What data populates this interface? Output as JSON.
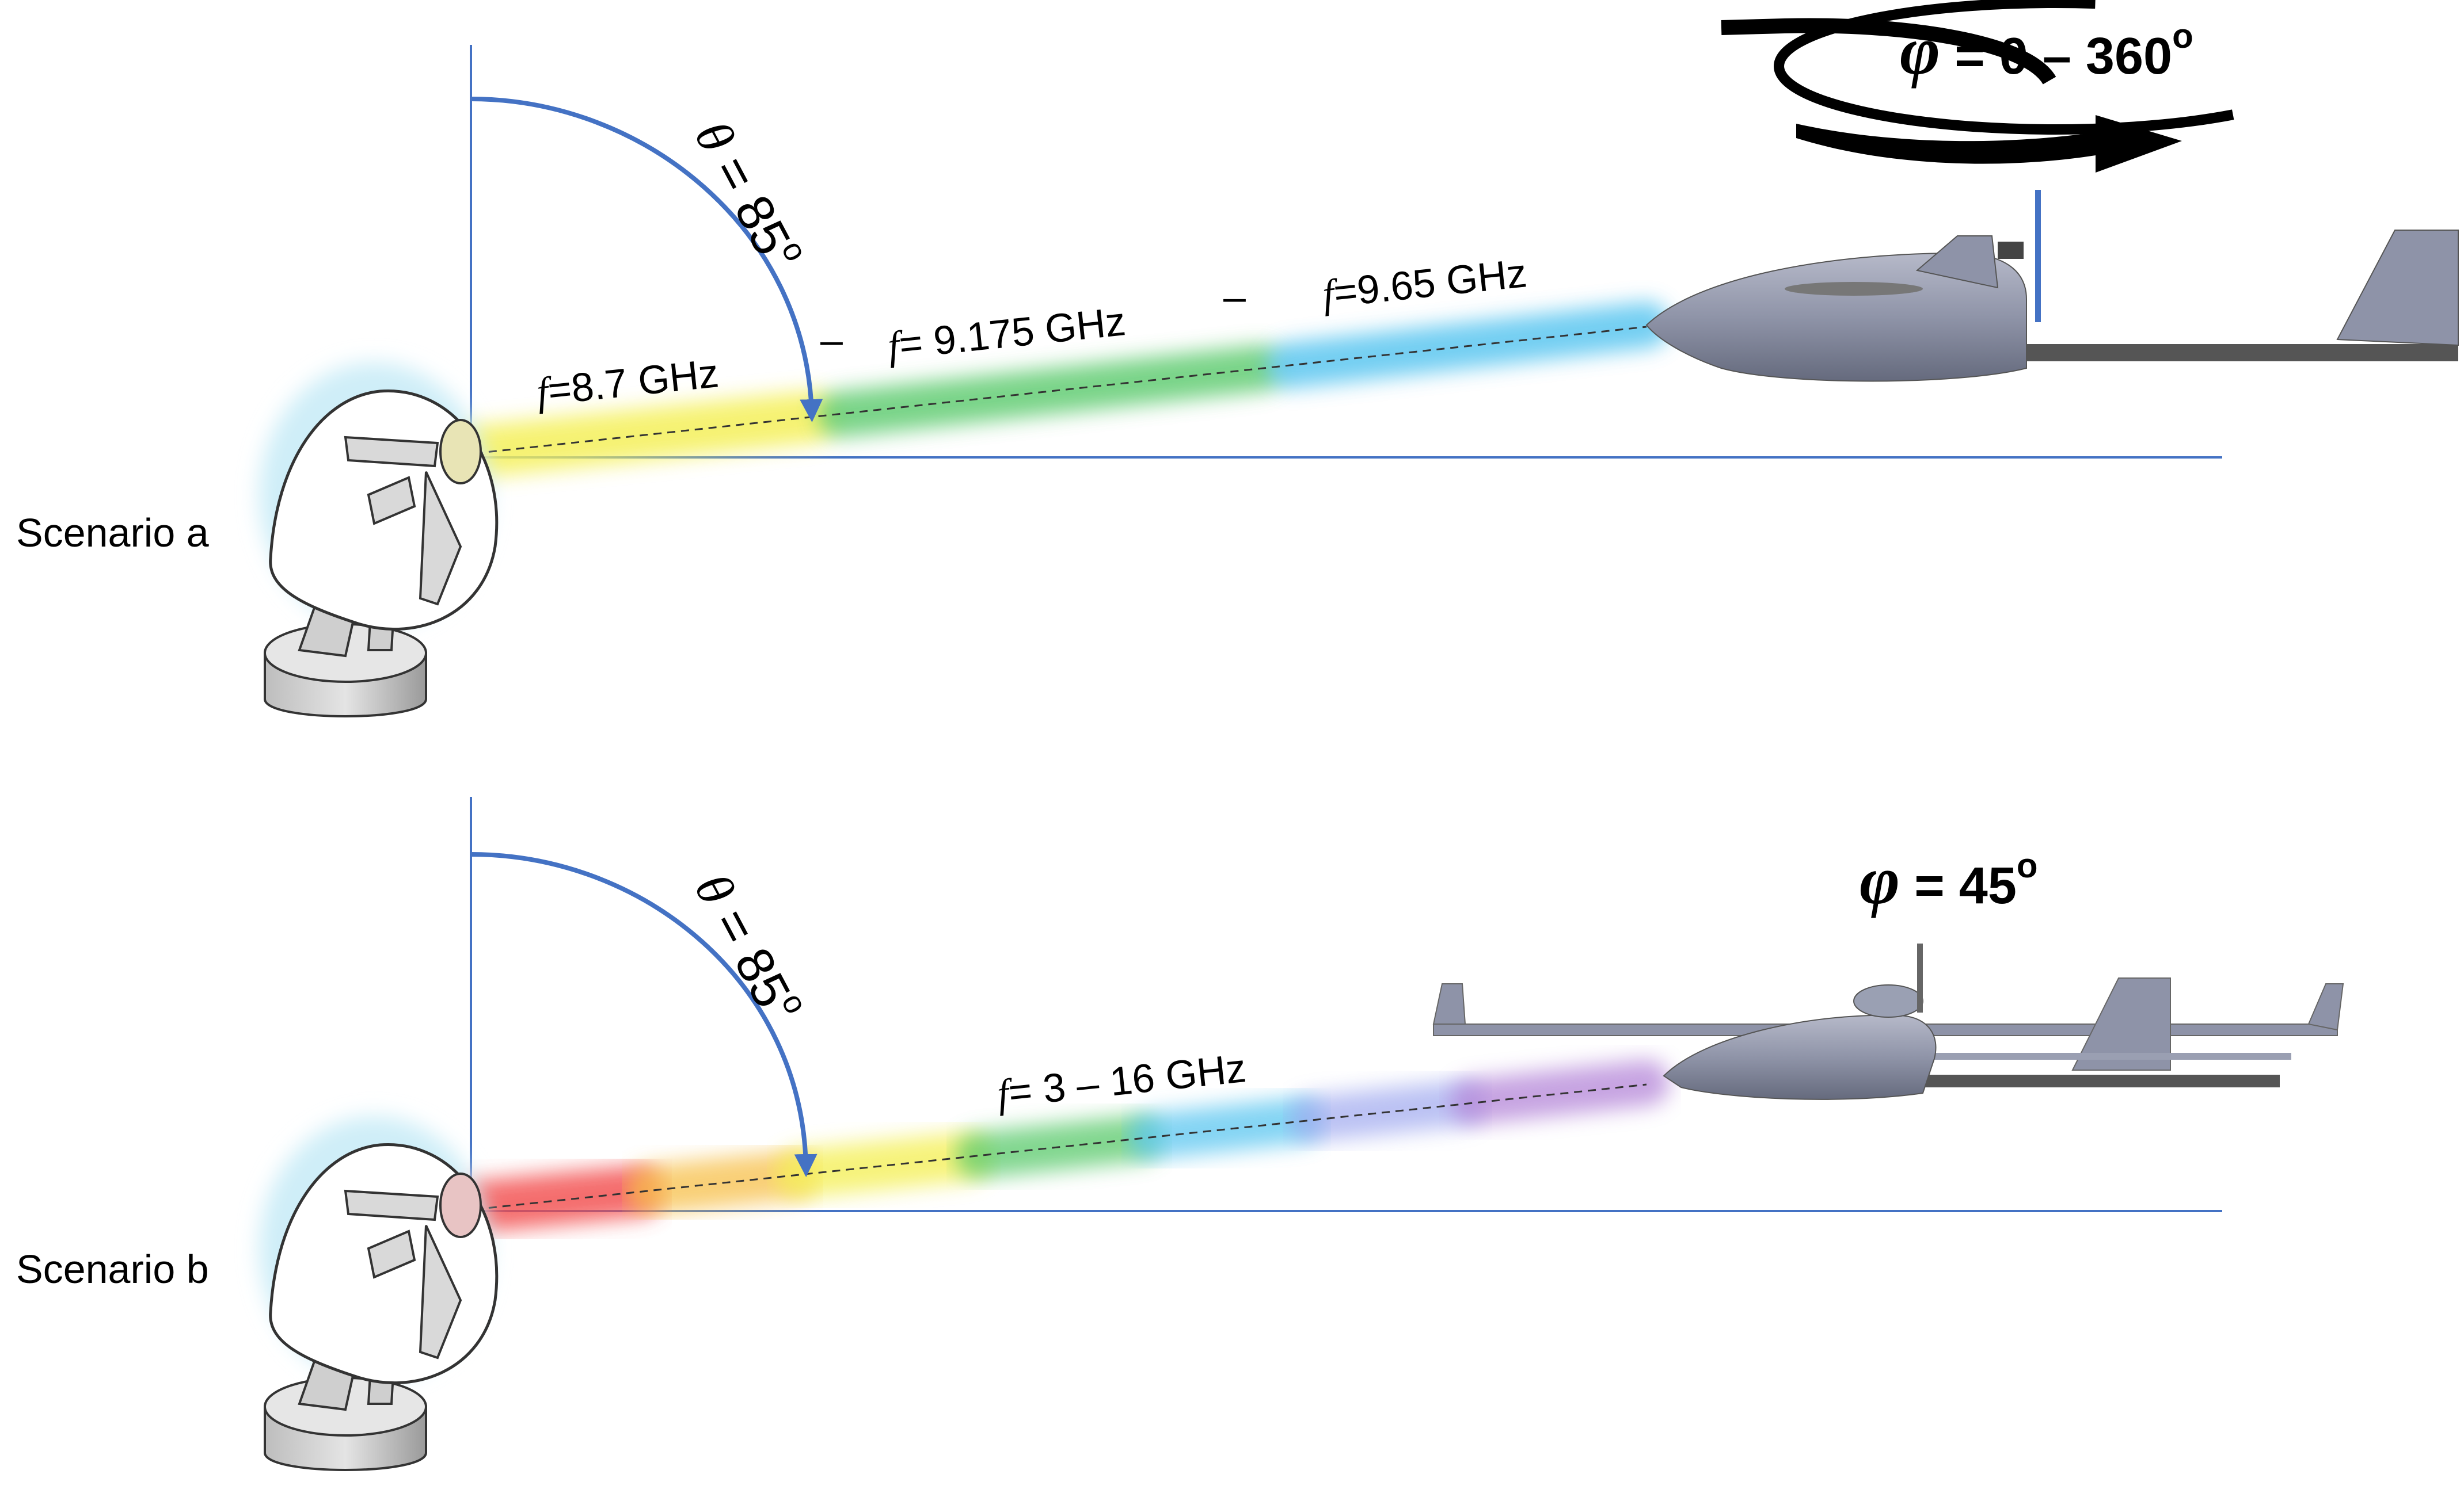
{
  "scenario_a": {
    "label": "Scenario a",
    "theta": {
      "symbol": "θ",
      "text": " = 85",
      "degree": "o"
    },
    "phi": {
      "symbol": "φ",
      "text": " = 0 – 360",
      "degree": "o"
    },
    "freq_1": {
      "symbol": "f",
      "text": "=8.7 GHz"
    },
    "freq_2": {
      "symbol": "f",
      "text": "= 9.175 GHz"
    },
    "freq_3": {
      "symbol": "f",
      "text": "=9.65 GHz"
    },
    "dash_1": "–",
    "dash_2": "–",
    "beam_colors": [
      "#f4f05a",
      "#59c96b",
      "#5bc6f0"
    ]
  },
  "scenario_b": {
    "label": "Scenario b",
    "theta": {
      "symbol": "θ",
      "text": " = 85",
      "degree": "o"
    },
    "phi": {
      "symbol": "φ",
      "text": " = 45",
      "degree": "o"
    },
    "freq": {
      "symbol": "f",
      "text": "= 3 – 16 GHz"
    },
    "beam_colors": [
      "#f24a4a",
      "#f7c04a",
      "#f4f05a",
      "#59c96b",
      "#5bc6f0",
      "#9fa8ef",
      "#b485d8"
    ]
  },
  "colors": {
    "axis": "#4472c4",
    "arrow": "#4472c4",
    "aircraft": "#8e93a8",
    "dish": "#ffffff",
    "glow": "#cfeef8"
  },
  "icons": [
    "satellite-dish-icon",
    "uav-aircraft-icon",
    "rotation-arrow-icon"
  ]
}
